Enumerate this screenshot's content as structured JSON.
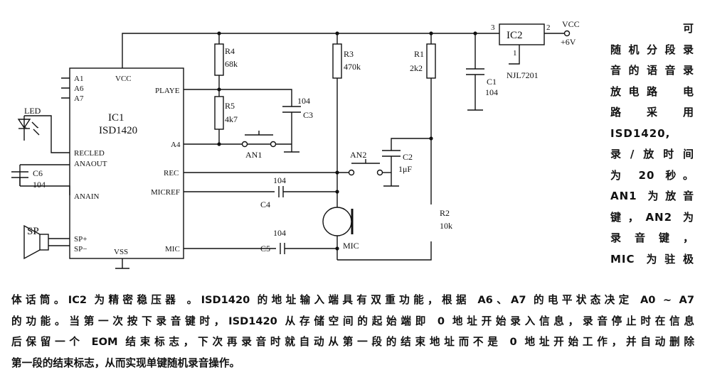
{
  "labels": {
    "vcc_top": "VCC",
    "vcc_voltage": "+6V",
    "ic2": "IC2",
    "pin3": "3",
    "pin2": "2",
    "pin1": "1",
    "regulator": "NJL7201",
    "c1": "C1",
    "c1_val": "104",
    "r1": "R1",
    "r1_val": "2k2",
    "r3": "R3",
    "r3_val": "470k",
    "r4": "R4",
    "r4_val": "68k",
    "r5": "R5",
    "r5_val": "4k7",
    "c3": "C3",
    "c3_val": "104",
    "an1": "AN1",
    "an2": "AN2",
    "c2": "C2",
    "c2_val": "1μF",
    "c4": "C4",
    "c4_val": "104",
    "c5": "C5",
    "c5_val": "104",
    "r2": "R2",
    "r2_val": "10k",
    "mic": "MIC",
    "led": "LED",
    "c6": "C6",
    "c6_val": "104",
    "sp": "SP",
    "ic1": "IC1",
    "ic1_part": "ISD1420",
    "pins": {
      "a1": "A1",
      "a6": "A6",
      "a7": "A7",
      "vcc": "VCC",
      "playe": "PLAYE",
      "a4": "A4",
      "recled": "RECLED",
      "anaout": "ANAOUT",
      "rec": "REC",
      "anain": "ANAIN",
      "micref": "MICREF",
      "spp": "SP+",
      "spm": "SP−",
      "vss": "VSS",
      "mic": "MIC"
    }
  },
  "side_text": [
    "可",
    "随机分段录",
    "音的语音录",
    "放电路　电",
    "路　采　用",
    "ISD1420,",
    "录/放时间",
    "为 20 秒。",
    "AN1 为放音",
    "键，AN2 为",
    "录 音 键 ，",
    "MIC 为驻极"
  ],
  "paragraph": [
    "体话筒。IC2 为精密稳压器 。ISD1420 的地址输入端具有双重功能，根据 A6、A7 的电平状态决定 A0 ~ A7",
    "的功能。当第一次按下录音键时，ISD1420 从存储空间的起始端即 0 地址开始录入信息，录音停止时在信息",
    "后保留一个 EOM 结束标志，下次再录音时就自动从第一段的结束地址而不是 0 地址开始工作，并自动删除",
    "第一段的结束标志，从而实现单键随机录音操作。"
  ]
}
